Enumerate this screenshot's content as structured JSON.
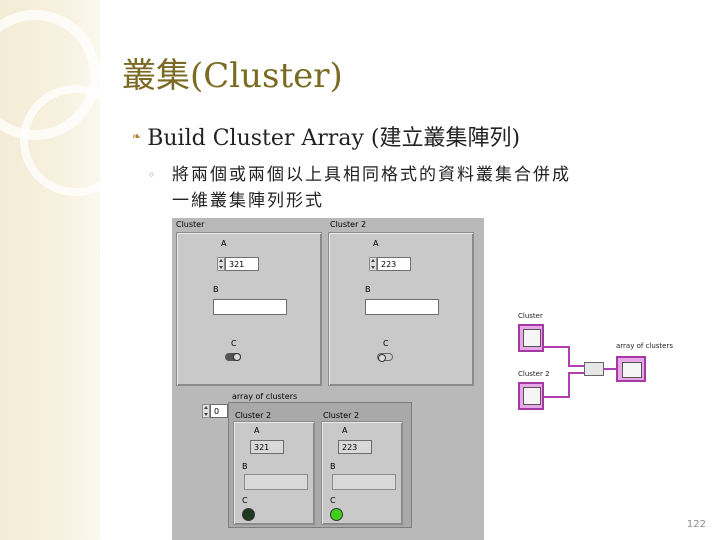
{
  "slide": {
    "title": "叢集(Cluster)",
    "bullet1": "Build Cluster Array (建立叢集陣列)",
    "bullet2_line1": "將兩個或兩個以上具相同格式的資料叢集合併成",
    "bullet2_line2": "一維叢集陣列形式",
    "page_number": "122",
    "bullet1_icon": "leaf-bullet-icon",
    "bullet2_icon": "ring-bullet-icon"
  },
  "front_panel": {
    "cluster1": {
      "label": "Cluster",
      "a_label": "A",
      "a_value": "321",
      "b_label": "B",
      "c_label": "C"
    },
    "cluster2": {
      "label": "Cluster 2",
      "a_label": "A",
      "a_value": "223",
      "b_label": "B",
      "c_label": "C"
    },
    "array": {
      "label": "array of clusters",
      "index": "0",
      "elements": [
        {
          "label": "Cluster 2",
          "a_label": "A",
          "a_value": "321",
          "b_label": "B",
          "c_label": "C",
          "led": "off"
        },
        {
          "label": "Cluster 2",
          "a_label": "A",
          "a_value": "223",
          "b_label": "B",
          "c_label": "C",
          "led": "on"
        }
      ]
    }
  },
  "block_diagram": {
    "input1_label": "Cluster",
    "input2_label": "Cluster 2",
    "output_label": "array of clusters"
  },
  "colors": {
    "title": "#7a6a23",
    "wire": "#b040b0",
    "led_on": "#3ecf1f",
    "led_off": "#1f3b1f"
  }
}
